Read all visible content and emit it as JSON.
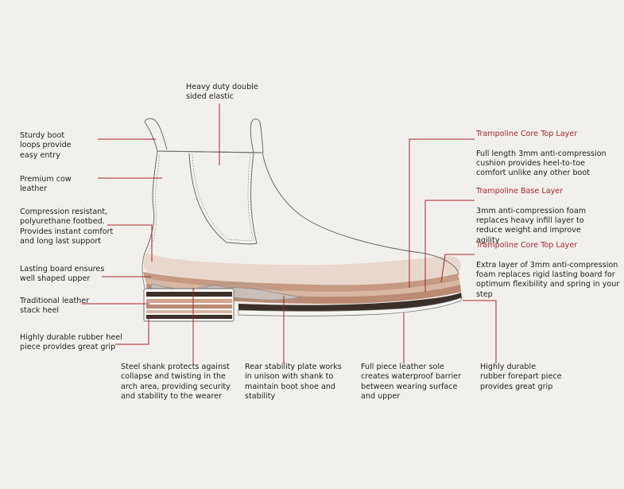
{
  "colors": {
    "background": "#f2f0ec",
    "accent": "#a8262e",
    "leader_line": "#a8262e",
    "outline": "#6a6a6a",
    "text": "#1f1f1f",
    "layer_top": "#e8d7cc",
    "layer_mid": "#d6b7a4",
    "layer_core": "#c49a84",
    "layer_base": "#b98b74",
    "sole_dark": "#3b2f2a",
    "plate": "#c9bfb8"
  },
  "callouts": {
    "elastic": "Heavy duty double\nsided elastic",
    "loops": "Sturdy boot\nloops provide\neasy entry",
    "leather": "Premium cow\nleather",
    "footbed": "Compression resistant,\npolyurethane footbed.\nProvides instant comfort\nand long last support",
    "lasting_board": "Lasting board ensures\nwell shaped upper",
    "stack_heel": "Traditional leather\nstack heel",
    "heel_piece": "Highly durable rubber heel\npiece provides great grip",
    "steel_shank": "Steel shank protects against\ncollapse and twisting in the\narch area, providing security\nand stability to the wearer",
    "rear_plate": "Rear stability plate works\nin unison with shank to\nmaintain boot shoe and\nstability",
    "leather_sole": "Full piece leather sole\ncreates waterproof barrier\nbetween wearing surface\nand upper",
    "forepart": "Highly durable\nrubber forepart piece\nprovides great grip",
    "core_top": {
      "title": "Trampoline Core Top Layer",
      "body": "Full length 3mm anti-compression\ncushion provides heel-to-toe\ncomfort unlike any other boot"
    },
    "base_layer": {
      "title": "Trampoline Base Layer",
      "body": "3mm anti-compression foam\nreplaces heavy infill layer to\nreduce weight and improve\nagility"
    },
    "core_top_2": {
      "title": "Trampoline Core Top Layer",
      "body": "Extra layer of 3mm anti-compression\nfoam replaces rigid lasting board for\noptimum flexibility and spring in your\nstep"
    }
  }
}
